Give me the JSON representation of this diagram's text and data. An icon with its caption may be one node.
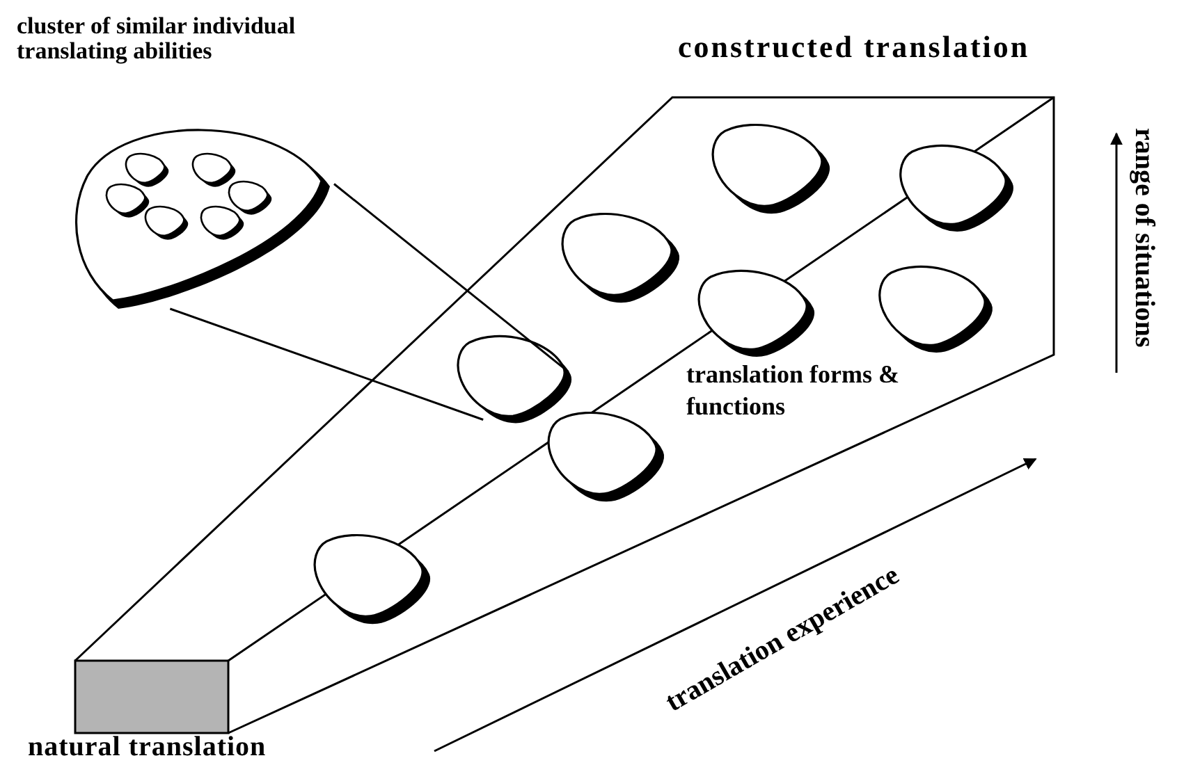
{
  "diagram": {
    "nodes": [
      {
        "text": [],
        "shape": "blob",
        "beside": [
          "cluster of similar individual translating abilities"
        ]
      },
      {
        "text": [],
        "shape": "blob"
      }
    ],
    "edges": [
      {
        "from": 0,
        "to": 1,
        "arrow": "none"
      },
      {
        "from": 0,
        "to": 1,
        "arrow": "none"
      }
    ],
    "labels": [
      "constructed translation",
      "range of situations",
      "translation forms & functions",
      "translation experience",
      "natural translation"
    ]
  }
}
